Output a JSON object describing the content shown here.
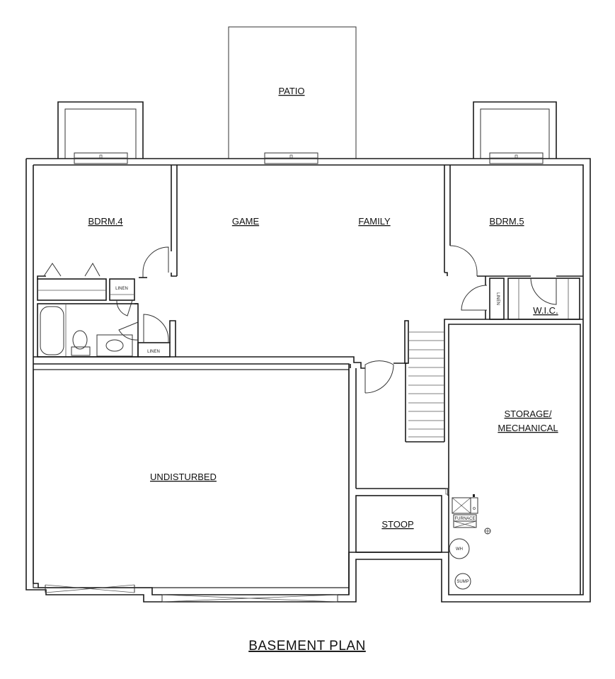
{
  "plan": {
    "title": "BASEMENT PLAN",
    "rooms": {
      "patio": "PATIO",
      "bdrm4": "BDRM.4",
      "game": "GAME",
      "family": "FAMILY",
      "bdrm5": "BDRM.5",
      "wic": "W.I.C.",
      "storage_line1": "STORAGE/",
      "storage_line2": "MECHANICAL",
      "undisturbed": "UNDISTURBED",
      "stoop": "STOOP"
    },
    "fixtures": {
      "linen_1": "LINEN",
      "linen_2": "LINEN",
      "linen_3": "LINEN",
      "furnace": "FURNACE",
      "water_heater": "WH",
      "sump": "SUMP"
    }
  }
}
